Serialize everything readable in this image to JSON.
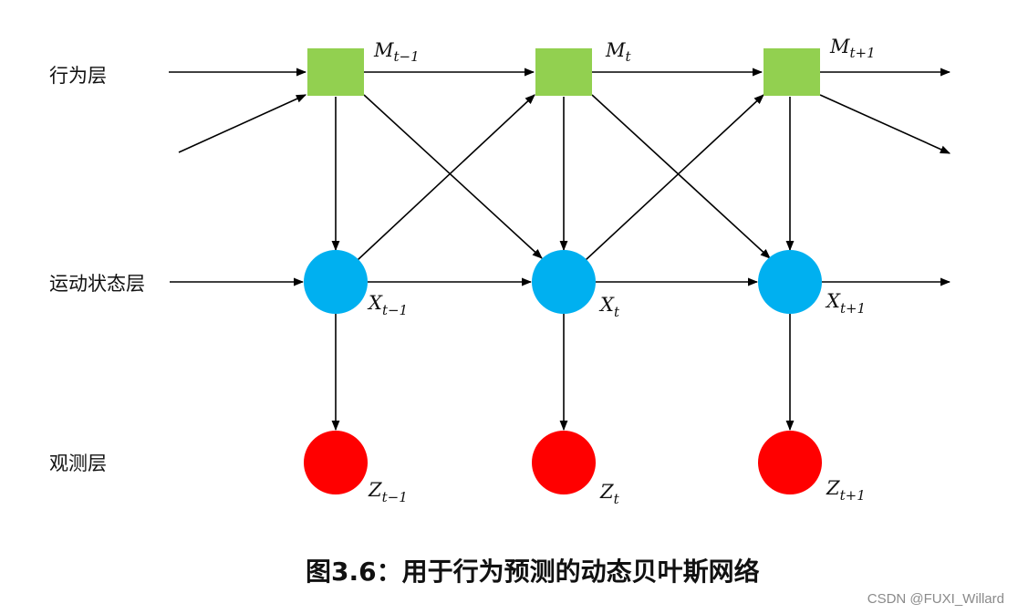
{
  "layers": {
    "behavior": "行为层",
    "motion": "运动状态层",
    "observation": "观测层"
  },
  "nodes": {
    "behavior": [
      {
        "base": "M",
        "sub": "t−1"
      },
      {
        "base": "M",
        "sub": "t"
      },
      {
        "base": "M",
        "sub": "t+1"
      }
    ],
    "motion": [
      {
        "base": "X",
        "sub": "t−1"
      },
      {
        "base": "X",
        "sub": "t"
      },
      {
        "base": "X",
        "sub": "t+1"
      }
    ],
    "observation": [
      {
        "base": "Z",
        "sub": "t−1"
      },
      {
        "base": "Z",
        "sub": "t"
      },
      {
        "base": "Z",
        "sub": "t+1"
      }
    ]
  },
  "colors": {
    "behavior_node": "#92D050",
    "motion_node": "#00B0F0",
    "observation_node": "#FF0000"
  },
  "caption": "图3.6：用于行为预测的动态贝叶斯网络",
  "watermark": "CSDN @FUXI_Willard"
}
